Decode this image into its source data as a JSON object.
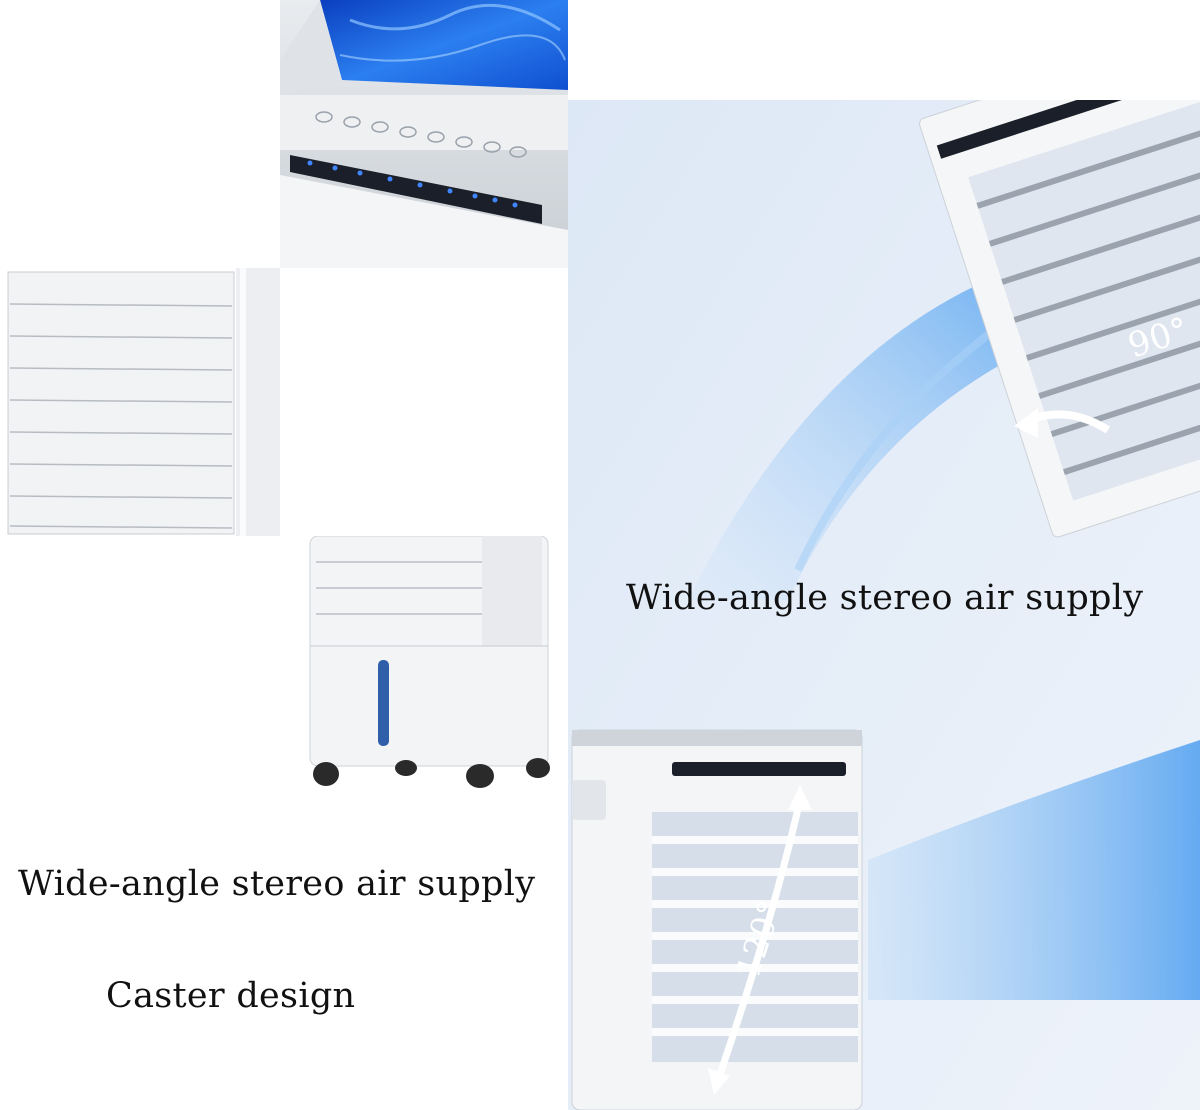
{
  "captions": {
    "right_title": "Wide-angle stereo air supply",
    "left_title": "Wide-angle stereo air supply",
    "caster": "Caster design"
  },
  "angles": {
    "top_swing": "90°",
    "bottom_swing": "120°"
  },
  "icons": {
    "top_arrow": "curved-arrow-icon",
    "bottom_arrow": "double-curved-arrow-icon"
  },
  "colors": {
    "water": "#1e63d8",
    "air_flow": "#7fb8ee",
    "accent_blue": "#2f5fa8",
    "panel_dark": "#1b1f2a"
  }
}
